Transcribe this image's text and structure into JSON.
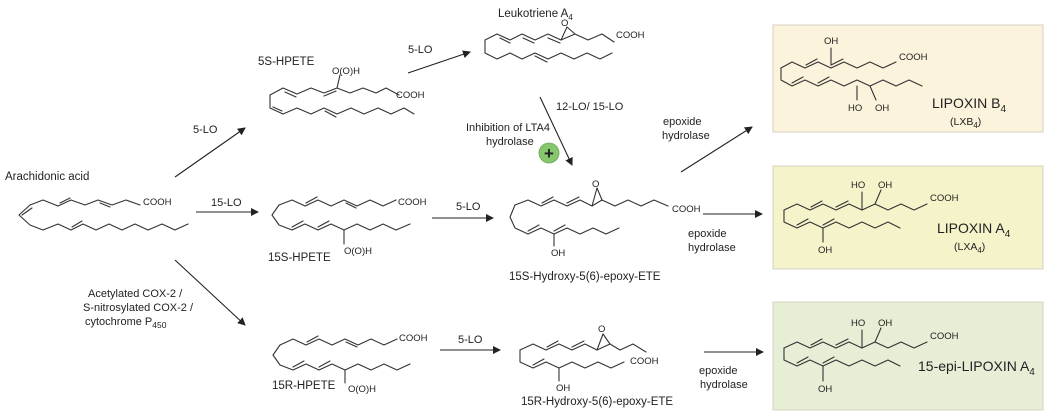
{
  "compounds": {
    "arachidonic_acid": "Arachidonic acid",
    "hpete_5s": "5S-HPETE",
    "hpete_15s": "15S-HPETE",
    "hpete_15r": "15R-HPETE",
    "leukotriene_a4": "Leukotriene A",
    "leukotriene_a4_sub": "4",
    "epoxy_15s": "15S-Hydroxy-5(6)-epoxy-ETE",
    "epoxy_15r": "15R-Hydroxy-5(6)-epoxy-ETE"
  },
  "chem_labels": {
    "cooh": "COOH",
    "oh": "OH",
    "ho": "HO",
    "oo_h": "O(O)H",
    "o": "O"
  },
  "arrows": {
    "lo5_a": "5-LO",
    "lo15": "15-LO",
    "lo5_b": "5-LO",
    "lo5_top": "5-LO",
    "lo5_c": "5-LO",
    "lo_12_15": "12-LO/ 15-LO",
    "acetyl_line1": "Acetylated COX-2 /",
    "acetyl_line2": "S-nitrosylated COX-2 /",
    "acetyl_line3": "cytochrome P",
    "acetyl_line3_sub": "450",
    "inhibition_line1": "Inhibition of LTA4",
    "inhibition_line2": "hydrolase",
    "plus_symbol": "+",
    "epox_hydrolase_a1": "epoxide",
    "epox_hydrolase_a2": "hydrolase",
    "epox_hydrolase_b1": "epoxide",
    "epox_hydrolase_b2": "hydrolase",
    "epox_hydrolase_c1": "epoxide",
    "epox_hydrolase_c2": "hydrolase"
  },
  "products": [
    {
      "title": "LIPOXIN B",
      "title_sub": "4",
      "short": "(LXB",
      "short_sub": "4",
      "short_end": ")",
      "color": "#fbf3db"
    },
    {
      "title": "LIPOXIN A",
      "title_sub": "4",
      "short": "(LXA",
      "short_sub": "4",
      "short_end": ")",
      "color": "#f5f3c9"
    },
    {
      "title": "15-epi-LIPOXIN A",
      "title_sub": "4",
      "short": "",
      "short_sub": "",
      "short_end": "",
      "color": "#e6eed6"
    }
  ],
  "colors": {
    "plus_circle": "#86c76e",
    "box_border": "#d4d2c0"
  }
}
